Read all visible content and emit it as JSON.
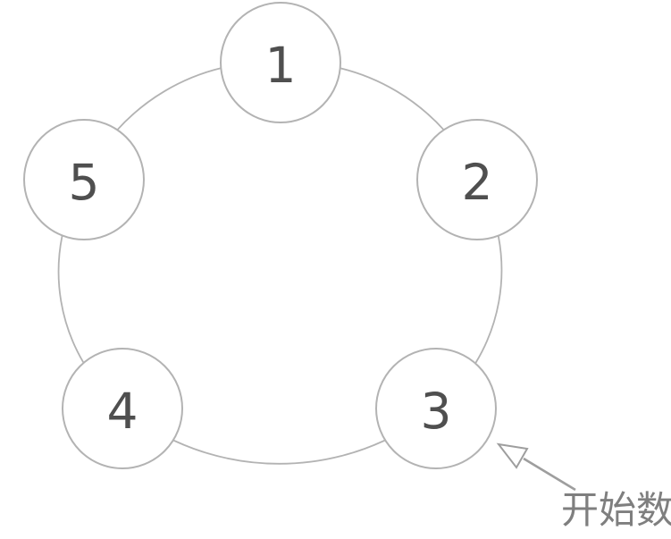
{
  "diagram": {
    "title": "",
    "nodes": [
      {
        "id": "node-1",
        "label": "1"
      },
      {
        "id": "node-2",
        "label": "2"
      },
      {
        "id": "node-3",
        "label": "3"
      },
      {
        "id": "node-4",
        "label": "4"
      },
      {
        "id": "node-5",
        "label": "5"
      }
    ],
    "arrangement": "five numbered circles placed on a closed ring, numbered clockwise from top",
    "annotation": {
      "label": "开始数",
      "points_to_node": "3"
    },
    "colors": {
      "background": "#ffffff",
      "node_fill": "#ffffff",
      "node_border": "#b3b3b3",
      "node_text": "#4f4f4f",
      "ring_stroke": "#b3b3b3",
      "arrow": "#9e9e9e",
      "annotation_text": "#7f7f7f"
    }
  }
}
